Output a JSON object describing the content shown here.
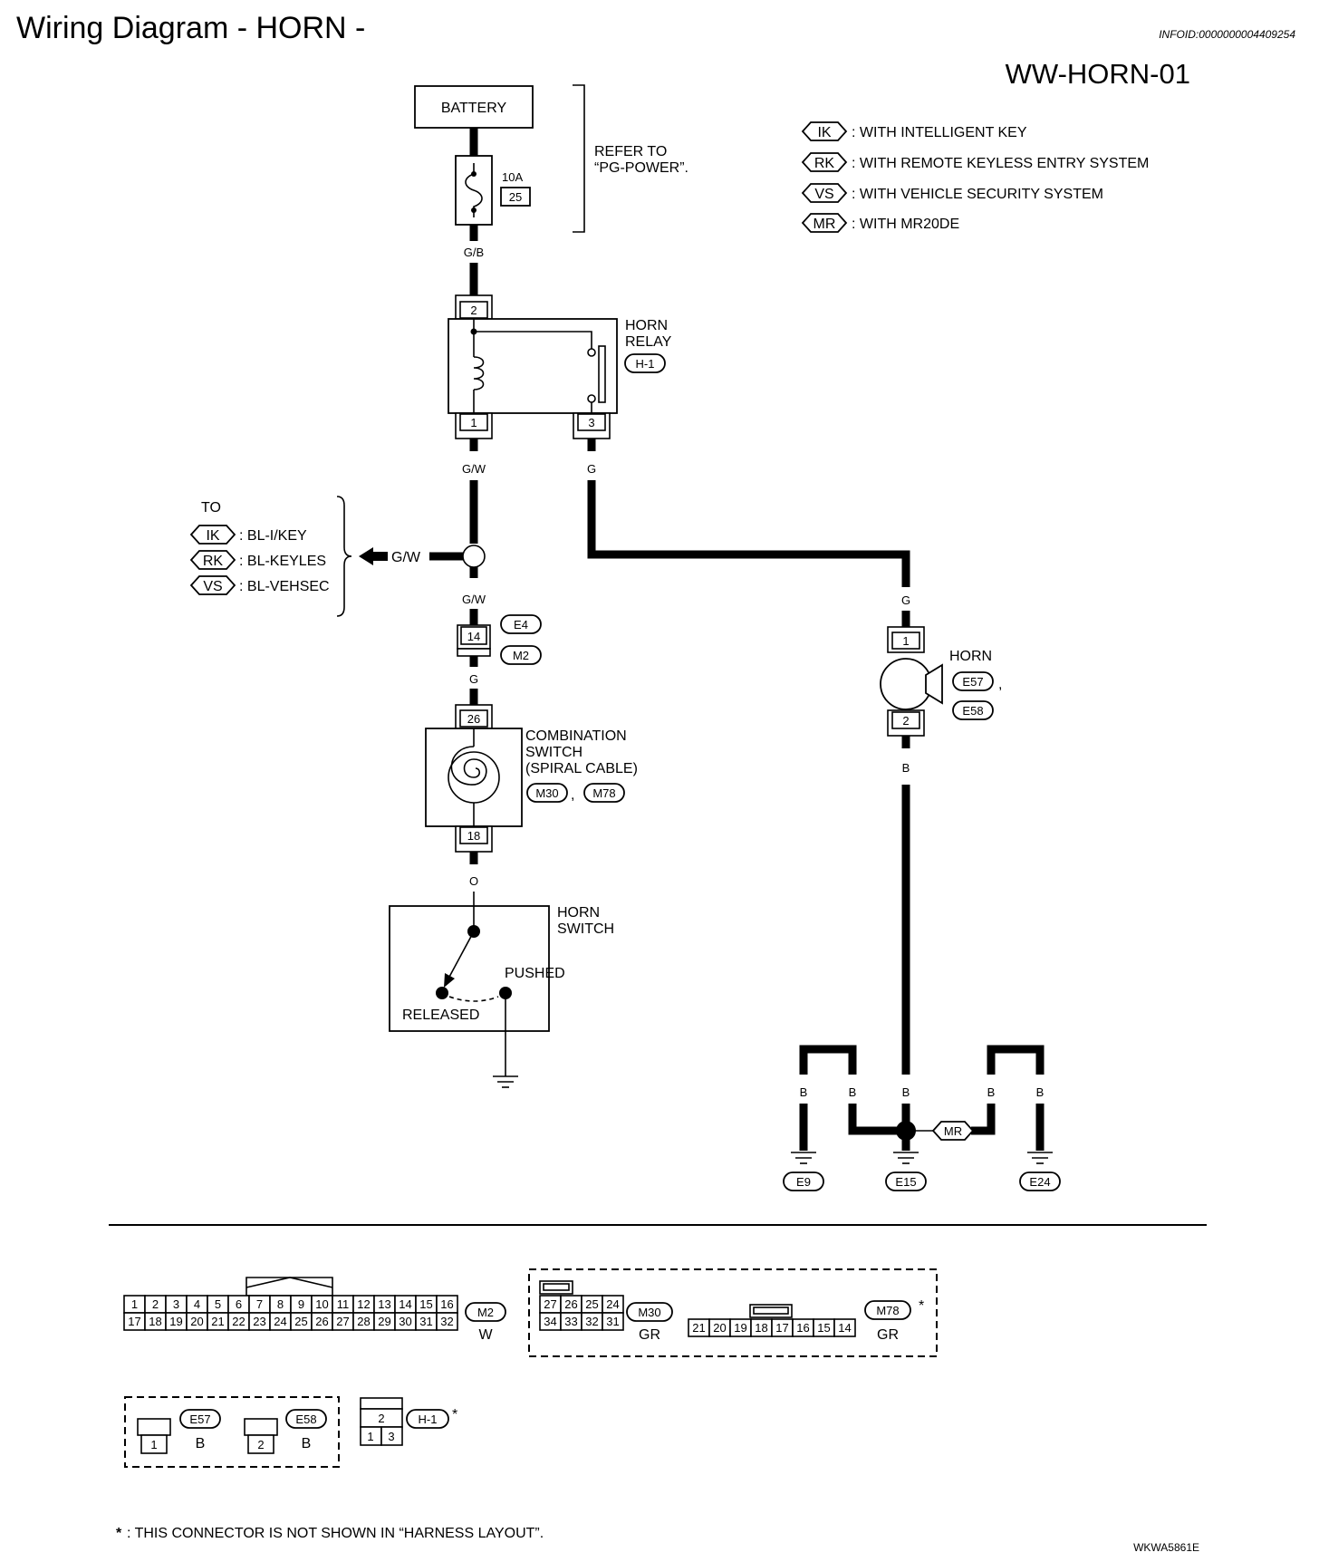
{
  "header": {
    "title": "Wiring Diagram - HORN -",
    "info_id": "INFOID:0000000004409254",
    "diagram_code": "WW-HORN-01"
  },
  "legend": [
    {
      "tag": "IK",
      "text": ": WITH INTELLIGENT KEY"
    },
    {
      "tag": "RK",
      "text": ": WITH REMOTE KEYLESS ENTRY SYSTEM"
    },
    {
      "tag": "VS",
      "text": ": WITH VEHICLE SECURITY SYSTEM"
    },
    {
      "tag": "MR",
      "text": ": WITH MR20DE"
    }
  ],
  "battery": {
    "label": "BATTERY",
    "fuse_rating": "10A",
    "fuse_no": "25",
    "refer_line1": "REFER TO",
    "refer_line2": "“PG-POWER”."
  },
  "horn_relay": {
    "name_line1": "HORN",
    "name_line2": "RELAY",
    "connector": "H-1",
    "pin_top": "2",
    "pin_left": "1",
    "pin_right": "3"
  },
  "wires": {
    "fuse_to_relay": "G/B",
    "relay_pin1": "G/W",
    "relay_pin3": "G",
    "branch": "G/W",
    "below_junction": "G/W",
    "below_e4": "G",
    "to_horn_switch": "O",
    "horn_top": "G",
    "horn_bottom": "B",
    "ground_1": "B",
    "ground_2": "B",
    "ground_3": "B",
    "ground_4": "B",
    "ground_5": "B"
  },
  "branch_to": {
    "label": "TO",
    "items": [
      {
        "tag": "IK",
        "text": ": BL-I/KEY"
      },
      {
        "tag": "RK",
        "text": ": BL-KEYLES"
      },
      {
        "tag": "VS",
        "text": ": BL-VEHSEC"
      }
    ]
  },
  "joint_connector": {
    "pin": "14",
    "conn_a": "E4",
    "conn_b": "M2"
  },
  "combination_switch": {
    "line1": "COMBINATION",
    "line2": "SWITCH",
    "line3": "(SPIRAL CABLE)",
    "conn_a": "M30",
    "conn_b": "M78",
    "pin_top": "26",
    "pin_bottom": "18"
  },
  "horn_switch": {
    "line1": "HORN",
    "line2": "SWITCH",
    "pushed": "PUSHED",
    "released": "RELEASED"
  },
  "horn": {
    "label": "HORN",
    "conn_a": "E57",
    "conn_b": "E58",
    "pin_top": "1",
    "pin_bottom": "2"
  },
  "grounds": {
    "g1": "E9",
    "g2": "E15",
    "g3": "E24",
    "mr_tag": "MR"
  },
  "connectors": {
    "m2": {
      "name": "M2",
      "color": "W",
      "row1": [
        "1",
        "2",
        "3",
        "4",
        "5",
        "6",
        "7",
        "8",
        "9",
        "10",
        "11",
        "12",
        "13",
        "14",
        "15",
        "16"
      ],
      "row2": [
        "17",
        "18",
        "19",
        "20",
        "21",
        "22",
        "23",
        "24",
        "25",
        "26",
        "27",
        "28",
        "29",
        "30",
        "31",
        "32"
      ]
    },
    "m30": {
      "name": "M30",
      "color": "GR",
      "row1": [
        "27",
        "26",
        "25",
        "24"
      ],
      "row2": [
        "34",
        "33",
        "32",
        "31"
      ]
    },
    "m78": {
      "name": "M78",
      "color": "GR",
      "star": "*",
      "row1": [
        "21",
        "20",
        "19",
        "18",
        "17",
        "16",
        "15",
        "14"
      ]
    },
    "e57": {
      "name": "E57",
      "color": "B",
      "pin": "1"
    },
    "e58": {
      "name": "E58",
      "color": "B",
      "pin": "2"
    },
    "h1": {
      "name": "H-1",
      "star": "*",
      "top": "2",
      "bottom_left": "1",
      "bottom_right": "3"
    }
  },
  "footer": {
    "note_star": "*",
    "note": ": THIS CONNECTOR IS NOT SHOWN IN “HARNESS LAYOUT”.",
    "code": "WKWA5861E"
  }
}
